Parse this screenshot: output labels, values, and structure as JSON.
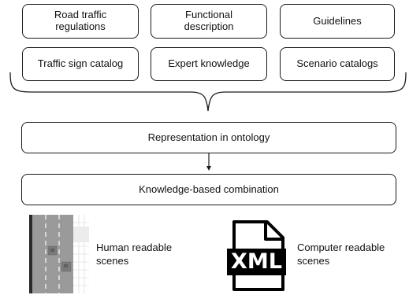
{
  "sources": {
    "road_traffic_regulations": "Road traffic regulations",
    "functional_description": "Functional description",
    "guidelines": "Guidelines",
    "traffic_sign_catalog": "Traffic sign catalog",
    "expert_knowledge": "Expert knowledge",
    "scenario_catalogs": "Scenario catalogs"
  },
  "representation": "Representation in ontology",
  "combination": "Knowledge-based combination",
  "outputs": {
    "human_readable": "Human readable scenes",
    "computer_readable": "Computer readable scenes",
    "xml_icon_text": "XML"
  },
  "icons": {
    "road_scene": "road-scene-thumbnail",
    "xml_file": "xml-file-icon"
  }
}
